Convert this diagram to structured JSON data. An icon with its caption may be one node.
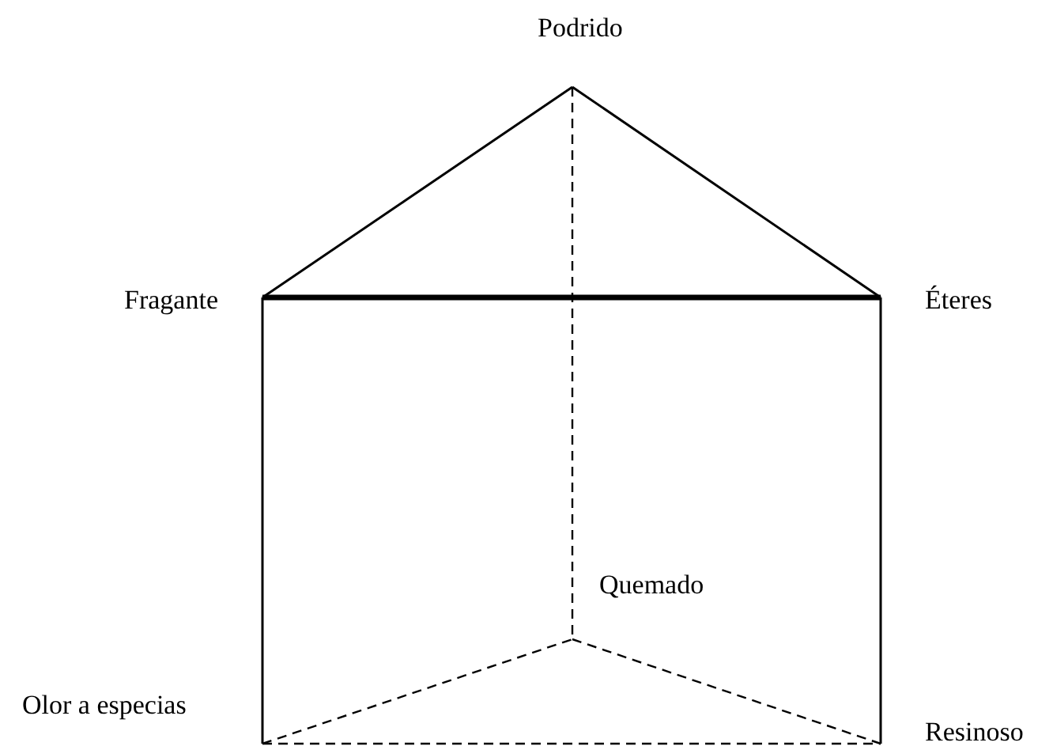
{
  "diagram": {
    "nodes": [
      {
        "text": [
          "Podrido"
        ]
      },
      {
        "text": [
          "Fragante"
        ]
      },
      {
        "text": [
          "Éteres"
        ]
      },
      {
        "text": [
          "Quemado"
        ]
      },
      {
        "text": [
          "Olor a especias"
        ]
      },
      {
        "text": [
          "Resinoso"
        ]
      }
    ],
    "edges": [
      {
        "from": 0,
        "to": 1,
        "arrow": "none"
      },
      {
        "from": 0,
        "to": 2,
        "arrow": "none"
      },
      {
        "from": 0,
        "to": 3,
        "arrow": "none",
        "style": "dashed"
      },
      {
        "from": 1,
        "to": 2,
        "arrow": "none",
        "style": "thick"
      },
      {
        "from": 1,
        "to": 4,
        "arrow": "none"
      },
      {
        "from": 2,
        "to": 5,
        "arrow": "none"
      },
      {
        "from": 4,
        "to": 3,
        "arrow": "none",
        "style": "dashed"
      },
      {
        "from": 3,
        "to": 5,
        "arrow": "none",
        "style": "dashed"
      },
      {
        "from": 4,
        "to": 5,
        "arrow": "none",
        "style": "dashed"
      }
    ]
  }
}
